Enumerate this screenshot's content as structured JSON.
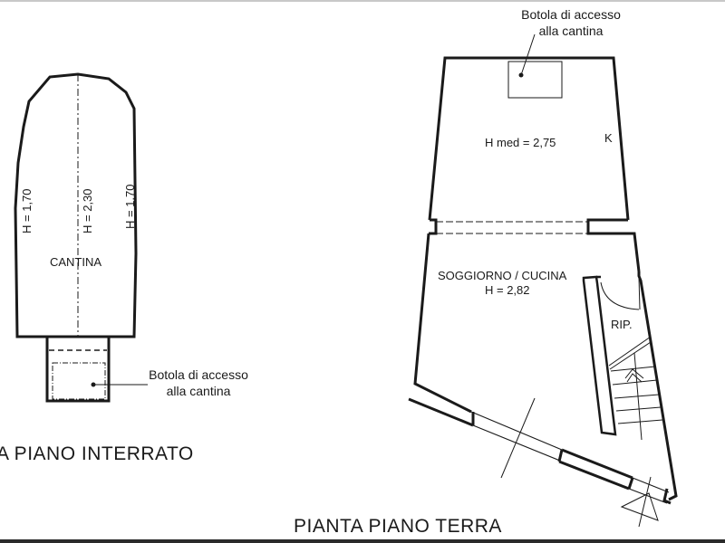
{
  "colors": {
    "ink": "#1a1a1a",
    "background": "#ffffff",
    "top_rule": "#c8c8c8",
    "bottom_rule": "#2a2a2a"
  },
  "basement": {
    "title": "A  PIANO  INTERRATO",
    "room_label": "CANTINA",
    "heights": {
      "left": "H = 1,70",
      "center": "H = 2,30",
      "right": "H = 1,70"
    },
    "hatch_note": {
      "line1": "Botola di accesso",
      "line2": "alla cantina"
    }
  },
  "ground_floor": {
    "title": "PIANTA  PIANO  TERRA",
    "hatch_note": {
      "line1": "Botola di accesso",
      "line2": "alla cantina"
    },
    "upper_room": {
      "height_label": "H med = 2,75",
      "marker": "K"
    },
    "main_room": {
      "name": "SOGGIORNO / CUCINA",
      "height_label": "H = 2,82"
    },
    "storage": {
      "label": "RIP."
    }
  }
}
